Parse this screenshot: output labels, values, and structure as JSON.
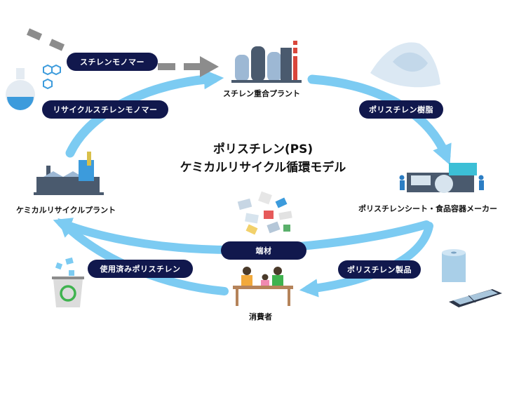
{
  "title": {
    "line1": "ポリスチレン(PS)",
    "line2": "ケミカルリサイクル循環モデル"
  },
  "nodes": {
    "styrene_plant": "スチレン重合プラント",
    "sheet_maker": "ポリスチレンシート・食品容器メーカー",
    "consumer": "消費者",
    "recycle_plant": "ケミカルリサイクルプラント"
  },
  "flows": {
    "styrene_monomer": "スチレンモノマー",
    "recycled_monomer": "リサイクルスチレンモノマー",
    "ps_resin": "ポリスチレン樹脂",
    "offcuts": "端材",
    "ps_products": "ポリスチレン製品",
    "used_ps": "使用済みポリスチレン"
  },
  "colors": {
    "arrow": "#7ccbf2",
    "dashed_arrow": "#8c8c8c",
    "pill_bg": "#11184d",
    "pill_text": "#ffffff",
    "factory_dark": "#4a5a6e",
    "factory_light": "#9db8d4",
    "accent_green": "#3fb34f",
    "chimney_red": "#d9463b"
  },
  "icons": [
    "flask-icon",
    "hexagon-molecule-icon",
    "factory-icon",
    "resin-pile-icon",
    "sheet-machine-icon",
    "recycle-plant-icon",
    "plastic-fragments-icon",
    "recycle-bin-icon",
    "dining-family-icon",
    "plastic-roll-icon",
    "food-tray-icon"
  ]
}
